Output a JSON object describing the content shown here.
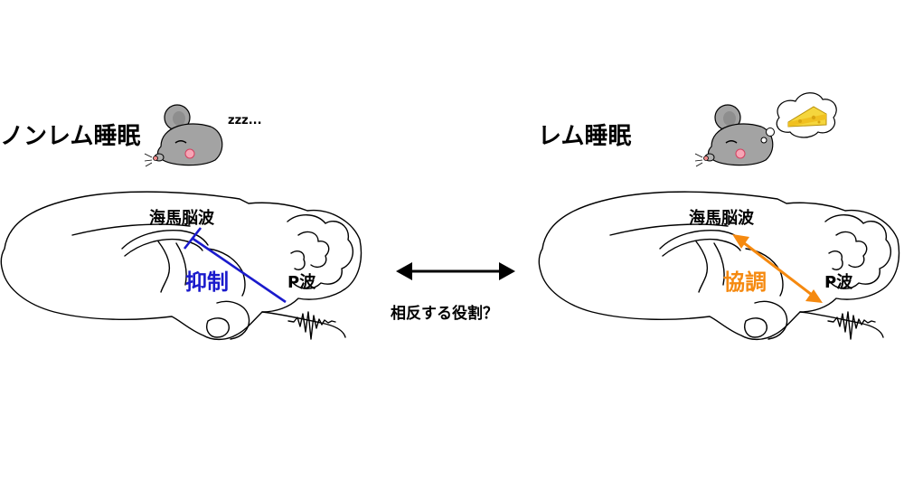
{
  "left_panel": {
    "title": "ノンレム睡眠",
    "sleep_marker": "zzz...",
    "hippocampus_label": "海馬脳波",
    "pwave_label": "P波",
    "relation_label": "抑制",
    "relation_color": "#1a1acc"
  },
  "right_panel": {
    "title": "レム睡眠",
    "hippocampus_label": "海馬脳波",
    "pwave_label": "P波",
    "relation_label": "協調",
    "relation_color": "#f5890f",
    "dream_icon": "cheese-icon"
  },
  "center": {
    "question": "相反する役割？",
    "arrow_icon": "double-headed-arrow-icon"
  },
  "icons": [
    "sleeping-mouse-icon",
    "dreaming-mouse-icon",
    "brain-sagittal-outline",
    "eeg-trace"
  ]
}
